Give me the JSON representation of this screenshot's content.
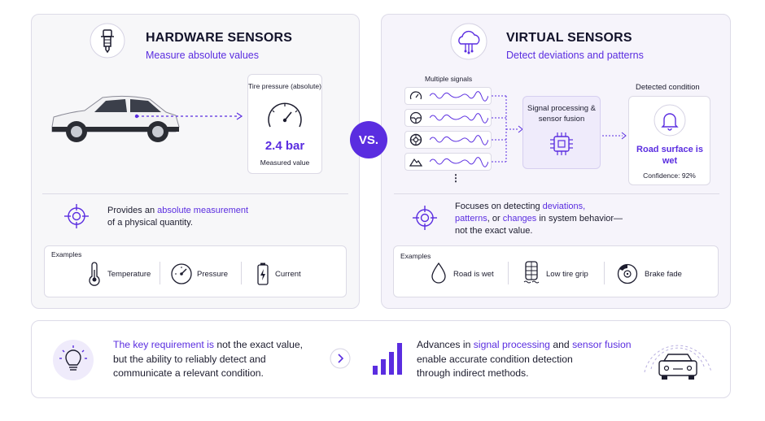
{
  "colors": {
    "accent": "#5a2de0",
    "text": "#1c1c2e"
  },
  "vs_label": "VS.",
  "hardware": {
    "title": "HARDWARE SENSORS",
    "subtitle": "Measure absolute values",
    "gauge_card": {
      "title": "Tire pressure (absolute)",
      "value": "2.4 bar",
      "caption": "Measured value"
    },
    "description": {
      "pre": "Provides an ",
      "highlight": "absolute measurement",
      "post": "of a physical quantity."
    },
    "examples_label": "Examples",
    "examples": [
      {
        "icon": "thermometer-icon",
        "label": "Temperature"
      },
      {
        "icon": "gauge-icon",
        "label": "Pressure"
      },
      {
        "icon": "battery-icon",
        "label": "Current"
      }
    ]
  },
  "virtual": {
    "title": "VIRTUAL SENSORS",
    "subtitle": "Detect deviations and patterns",
    "signals_label": "Multiple signals",
    "signal_icons": [
      "speedometer-icon",
      "steering-wheel-icon",
      "wheel-icon",
      "terrain-icon"
    ],
    "more": "⋮",
    "processing_label": "Signal processing & sensor fusion",
    "detected_label": "Detected condition",
    "condition": "Road surface is wet",
    "confidence": "Confidence: 92%",
    "description": {
      "l1_pre": "Focuses on detecting ",
      "l1_hl": "deviations,",
      "l2_hl1": "patterns",
      "l2_mid": ", or ",
      "l2_hl2": "changes",
      "l2_post": " in system behavior—",
      "l3": "not the exact value."
    },
    "examples_label": "Examples",
    "examples": [
      {
        "icon": "droplet-icon",
        "label": "Road is wet"
      },
      {
        "icon": "tire-icon",
        "label": "Low tire grip"
      },
      {
        "icon": "brake-disc-icon",
        "label": "Brake fade"
      }
    ]
  },
  "bottom": {
    "left": {
      "hl": "The key requirement is",
      "l1": " not the exact value,",
      "l2": "but the ability to reliably detect and",
      "l3": "communicate a relevant condition."
    },
    "right": {
      "l1_pre": "Advances in ",
      "hl1": "signal processing",
      "mid": " and ",
      "hl2": "sensor fusion",
      "l2": "enable accurate condition detection",
      "l3": "through indirect methods."
    }
  }
}
